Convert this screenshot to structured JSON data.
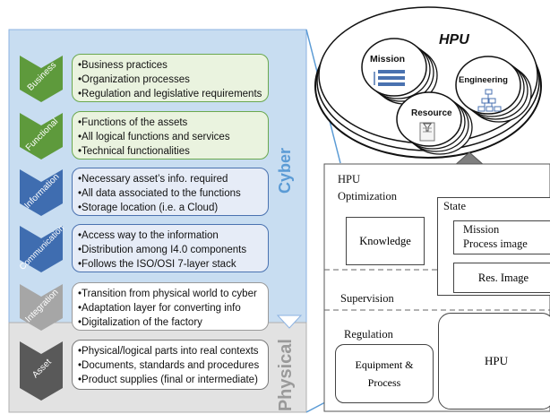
{
  "zones": {
    "cyber_label": "Cyber",
    "physical_label": "Physical"
  },
  "layers": [
    {
      "name": "Business",
      "color": "#5e9a3c",
      "box_bg": "#eaf3df",
      "box_border": "#6aa84f",
      "items": [
        "•Business practices",
        "•Organization processes",
        "•Regulation and legislative requirements"
      ]
    },
    {
      "name": "Functional",
      "color": "#5e9a3c",
      "box_bg": "#eaf3df",
      "box_border": "#6aa84f",
      "items": [
        "•Functions of the assets",
        "•All logical functions and services",
        "•Technical functionalities"
      ]
    },
    {
      "name": "Information",
      "color": "#3f6db0",
      "box_bg": "#e6ecf7",
      "box_border": "#4a72b0",
      "items": [
        "•Necessary asset’s info. required",
        "•All data associated to the functions",
        "•Storage location (i.e. a Cloud)"
      ]
    },
    {
      "name": "Communication",
      "color": "#3f6db0",
      "box_bg": "#e6ecf7",
      "box_border": "#4a72b0",
      "items": [
        "•Access way to the information",
        "•Distribution among I4.0 components",
        "•Follows the ISO/OSI 7-layer stack"
      ]
    },
    {
      "name": "Integration",
      "color": "#a6a6a6",
      "box_bg": "#ffffff",
      "box_border": "#9a9a9a",
      "items": [
        "•Transition from physical world to cyber",
        "•Adaptation layer for converting info",
        "•Digitalization of the factory"
      ]
    },
    {
      "name": "Asset",
      "color": "#595959",
      "box_bg": "#ffffff",
      "box_border": "#7a7a7a",
      "items": [
        "•Physical/logical parts into real contexts",
        "•Documents, standards and procedures",
        "•Product supplies (final or intermediate)"
      ]
    }
  ],
  "hpu_cluster": {
    "title": "HPU",
    "mission": "Mission",
    "engineering": "Engineering",
    "resource": "Resource"
  },
  "hpu_detail": {
    "hpu_label": "HPU",
    "optimization_label": "Optimization",
    "state_label": "State",
    "knowledge_label": "Knowledge",
    "mission_label": "Mission",
    "process_image_label": "Process image",
    "res_image_label": "Res. Image",
    "supervision_label": "Supervision",
    "regulation_label": "Regulation",
    "equipment_line1": "Equipment &",
    "equipment_line2": "Process",
    "hpu_box_label": "HPU"
  },
  "colors": {
    "cyber_bg": "#c8ddf1",
    "physical_bg": "#e2e2e2",
    "cyber_text": "#5b9bd5",
    "physical_text": "#9a9a9a",
    "arrow": "#7f7f7f"
  }
}
